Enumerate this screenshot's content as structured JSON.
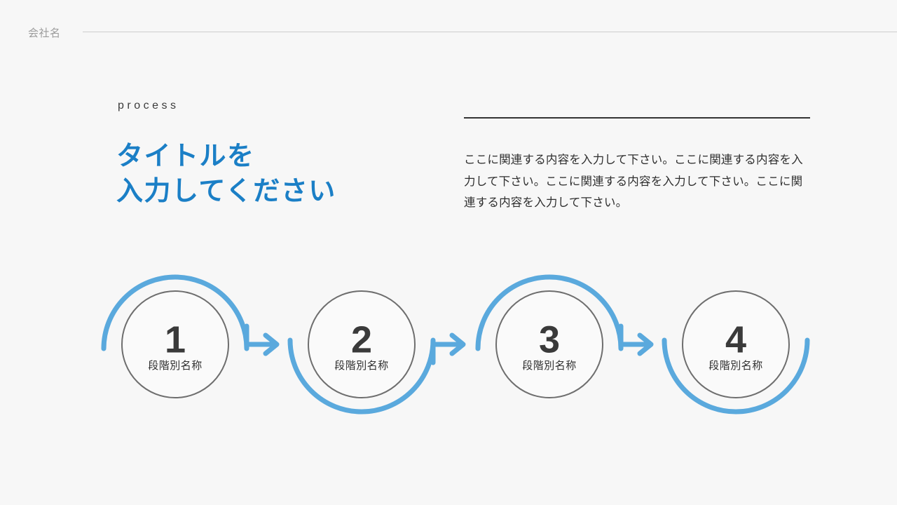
{
  "header": {
    "company_name": "会社名",
    "rule_color": "#cdcdcd"
  },
  "left_block": {
    "eyebrow": "process",
    "title": "タイトルを\n入力してください",
    "title_color": "#1b7fc6"
  },
  "right_block": {
    "rule_color": "#333333",
    "body_text": "ここに関連する内容を入力して下さい。ここに関連する内容を入力して下さい。ここに関連する内容を入力して下さい。ここに関連する内容を入力して下さい。"
  },
  "diagram": {
    "ring_color": "#6e6e6e",
    "arc_color": "#5aa9dd",
    "number_color": "#3a3a3a",
    "steps": [
      {
        "number": "1",
        "label": "段階別名称",
        "arc_position": "top",
        "has_arrow": true
      },
      {
        "number": "2",
        "label": "段階別名称",
        "arc_position": "bottom",
        "has_arrow": true
      },
      {
        "number": "3",
        "label": "段階別名称",
        "arc_position": "top",
        "has_arrow": true
      },
      {
        "number": "4",
        "label": "段階別名称",
        "arc_position": "bottom",
        "has_arrow": false
      }
    ]
  },
  "background_color": "#f7f7f7"
}
